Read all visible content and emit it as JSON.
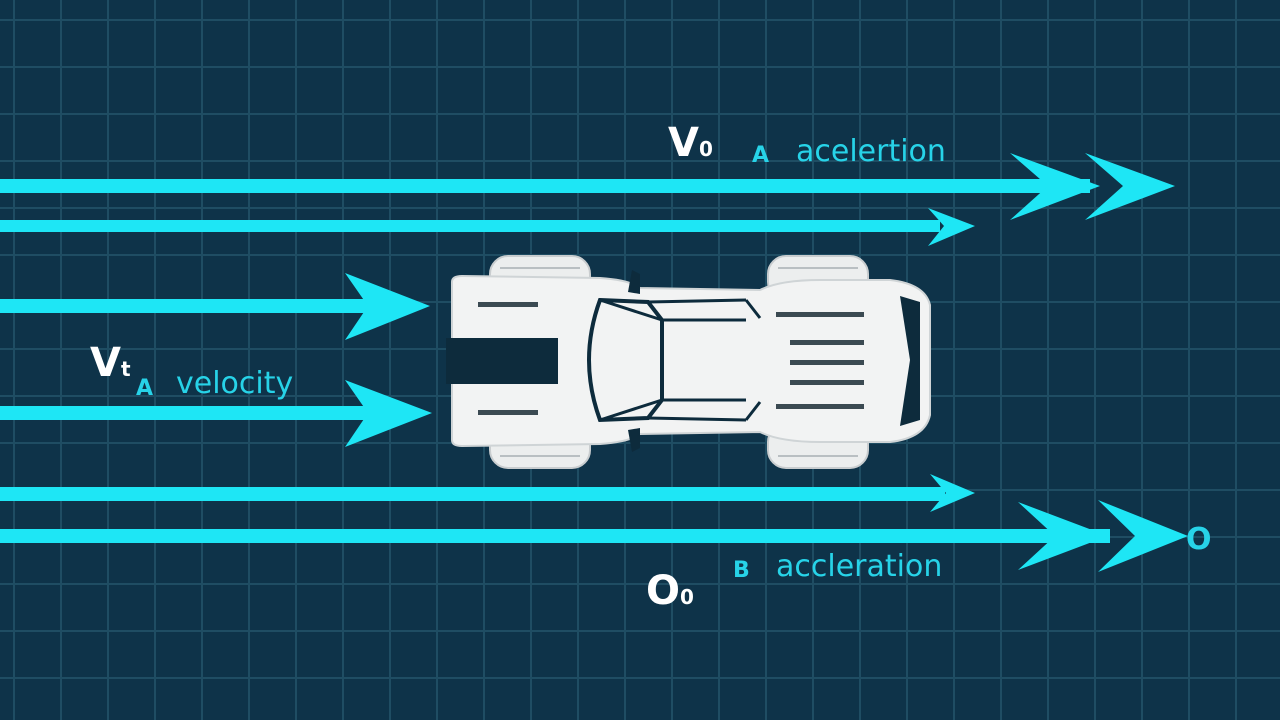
{
  "colors": {
    "background": "#0e3349",
    "grid": "#1f4d63",
    "arrow": "#1ee6f5",
    "car_body": "#f2f3f3",
    "car_dark": "#0d2b3c",
    "label_white": "#ffffff",
    "label_cyan": "#27d3e8"
  },
  "labels": {
    "top": {
      "symbol": "V",
      "subscript": "0",
      "prefix": "A",
      "text": "acelertion"
    },
    "left": {
      "symbol": "V",
      "subscript": "t",
      "prefix": "A",
      "text": "velocity"
    },
    "bottom": {
      "symbol": "O",
      "subscript": "0",
      "prefix": "B",
      "text": "accleration"
    },
    "end_marker": "O"
  },
  "icons": {
    "car": "sports-car-top-view-icon",
    "arrow": "arrow-right-icon"
  }
}
